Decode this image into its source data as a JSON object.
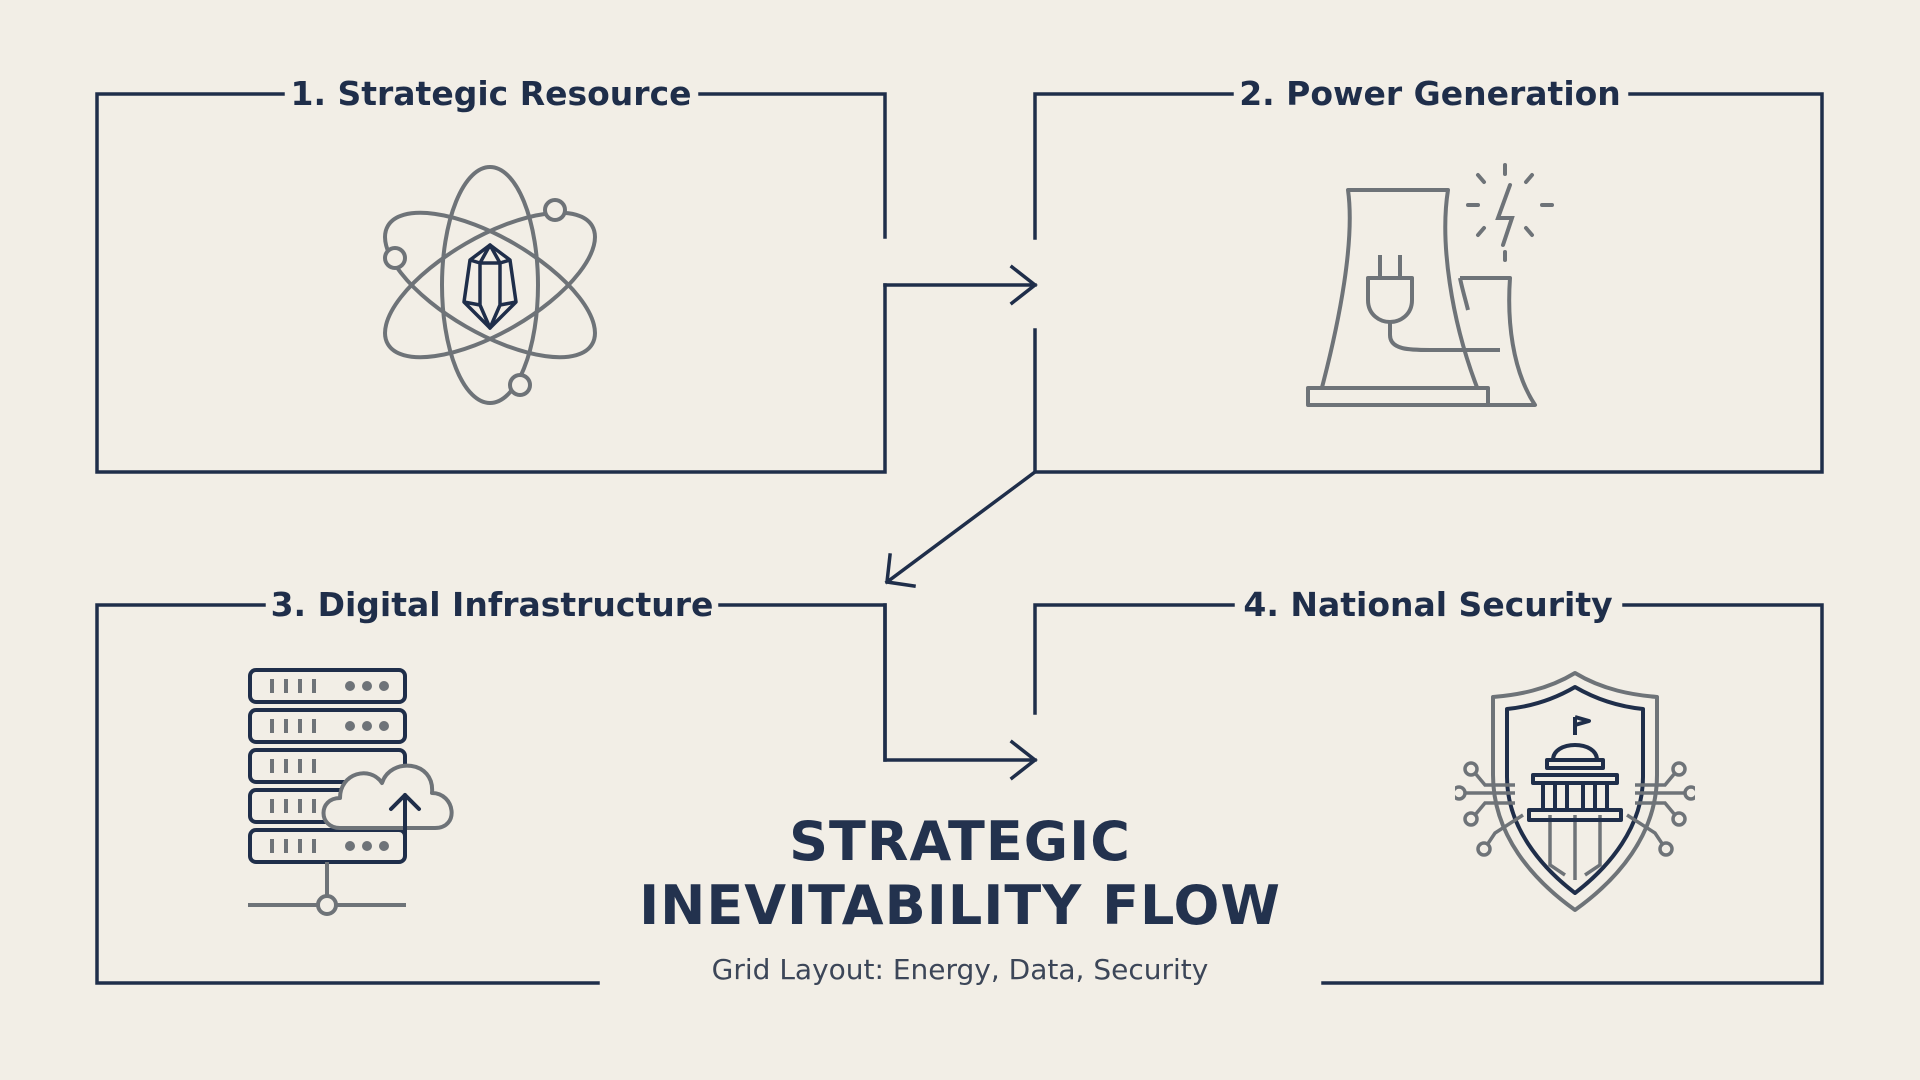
{
  "colors": {
    "background": "#F2EEE6",
    "navy": "#1F2E4A",
    "gray": "#6E7378"
  },
  "steps": [
    {
      "title": "1. Strategic Resource",
      "icon": "atom-crystal-icon"
    },
    {
      "title": "2. Power Generation",
      "icon": "power-plant-icon"
    },
    {
      "title": "3. Digital Infrastructure",
      "icon": "server-cloud-icon"
    },
    {
      "title": "4. National Security",
      "icon": "shield-capitol-icon"
    }
  ],
  "main_title": {
    "line1": "STRATEGIC",
    "line2": "INEVITABILITY FLOW"
  },
  "subtitle": "Grid Layout: Energy, Data, Security"
}
